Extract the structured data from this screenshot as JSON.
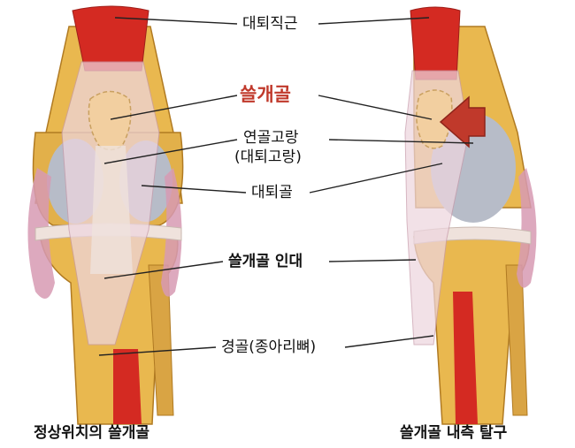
{
  "labels": {
    "quadriceps_tendon": "대퇴직근",
    "patella": "쓸개골",
    "femoral_groove_line1": "연골고랑",
    "femoral_groove_line2": "(대퇴고랑)",
    "femur": "대퇴골",
    "patellar_ligament": "쓸개골 인대",
    "tibia": "경골(종아리뼈)"
  },
  "captions": {
    "normal": "정상위치의 쓸개골",
    "luxated": "쓸개골 내측 탈구"
  },
  "colors": {
    "accent": "#c0392b",
    "muscle": "#d42a22",
    "bone": "#e9b84f",
    "bone_dark": "#c98e2a",
    "cartilage": "#b7bcc8",
    "ligament": "#efe2dc",
    "membrane": "#d79ab3",
    "patella": "#f2cfa0"
  }
}
